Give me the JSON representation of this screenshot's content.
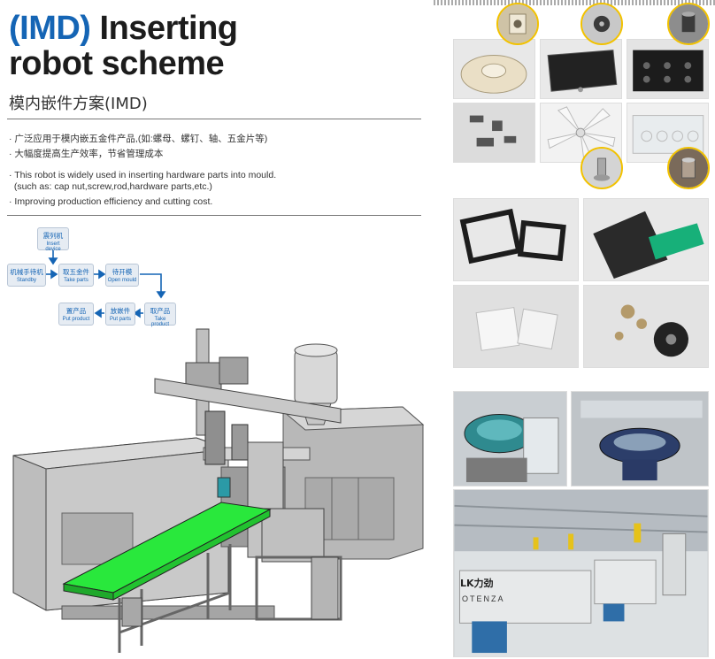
{
  "header": {
    "title_accent": "(IMD)",
    "title_line1_rest": " Inserting",
    "title_line2": "robot scheme",
    "subtitle_cn": "模内嵌件方案(IMD)"
  },
  "bullets_cn": [
    "· 广泛应用于模内嵌五金件产品,(如:螺母、螺钉、轴、五金片等)",
    "· 大幅度提高生产效率，节省管理成本"
  ],
  "bullets_en": [
    "· This robot is widely used in inserting hardware parts into mould.",
    "  (such as: cap nut,screw,rod,hardware parts,etc.)",
    "· Improving production efficiency and cutting cost."
  ],
  "flow": [
    {
      "cn": "震列机",
      "en": "Insert device"
    },
    {
      "cn": "机械手待机",
      "en": "Standby"
    },
    {
      "cn": "取五金件",
      "en": "Take parts"
    },
    {
      "cn": "待开模",
      "en": "Open mould"
    },
    {
      "cn": "置产品",
      "en": "Put product"
    },
    {
      "cn": "放嵌件",
      "en": "Put parts"
    },
    {
      "cn": "取产品",
      "en": "Take product"
    }
  ],
  "factory_sign": "LK力劲",
  "factory_sub": "OTENZA",
  "colors": {
    "accent": "#1565b5",
    "conveyor": "#29e83c",
    "highlight_ring": "#f2c200",
    "text": "#222222"
  }
}
